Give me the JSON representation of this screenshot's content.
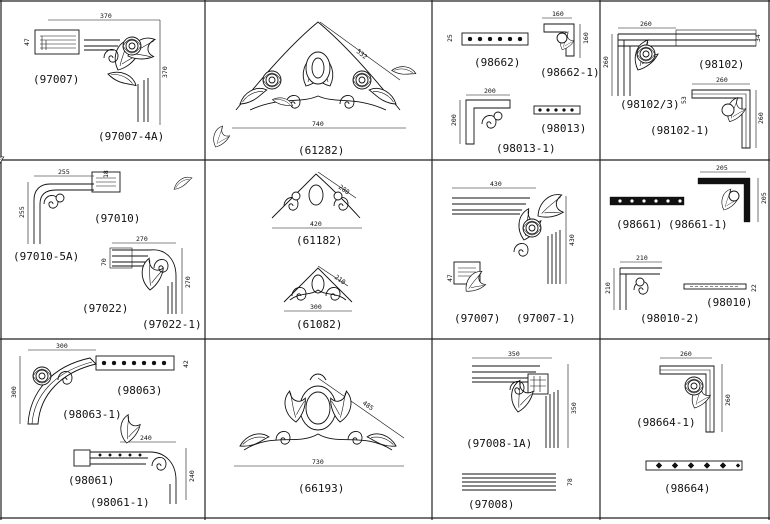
{
  "labels": {
    "c97007": "(97007)",
    "c97007_4a": "(97007-4A)",
    "c61282": "(61282)",
    "c61182": "(61182)",
    "c61082": "(61082)",
    "c98662": "(98662)",
    "c98662_1": "(98662-1)",
    "c98013": "(98013)",
    "c98013_1": "(98013-1)",
    "c98102": "(98102)",
    "c98102_3": "(98102/3)",
    "c98102_1": "(98102-1)",
    "c97010": "(97010)",
    "c97010_5a": "(97010-5A)",
    "c97022": "(97022)",
    "c97022_1": "(97022-1)",
    "c97007b": "(97007)",
    "c97007_1": "(97007-1)",
    "c98661": "(98661)",
    "c98661_1": "(98661-1)",
    "c98010": "(98010)",
    "c98010_2": "(98010-2)",
    "c98063": "(98063)",
    "c98063_1": "(98063-1)",
    "c98061": "(98061)",
    "c98061_1": "(98061-1)",
    "c66193": "(66193)",
    "c97008_1a": "(97008-1A)",
    "c97008": "(97008)",
    "c98664_1": "(98664-1)",
    "c98664": "(98664)"
  },
  "dims": {
    "d370a": "370",
    "d370b": "370",
    "d47a": "47",
    "d740": "740",
    "d532": "532",
    "d420": "420",
    "d280": "280",
    "d300a": "300",
    "d210": "210",
    "d160a": "160",
    "d160b": "160",
    "d200a": "200",
    "d200b": "200",
    "d25": "25",
    "d260a": "260",
    "d260b": "260",
    "d260c": "260",
    "d260d": "260",
    "d34": "34",
    "d53": "53",
    "d255a": "255",
    "d255b": "255",
    "d18": "18",
    "d270a": "270",
    "d270b": "270",
    "d70": "70",
    "d430a": "430",
    "d430b": "430",
    "d47b": "47",
    "d205a": "205",
    "d205b": "205",
    "d210b": "210",
    "d210c": "210",
    "d22": "22",
    "d300b": "300",
    "d300c": "300",
    "d42": "42",
    "d240a": "240",
    "d240b": "240",
    "d730": "730",
    "d485": "485",
    "d350a": "350",
    "d350b": "350",
    "d78": "78",
    "d260e": "260",
    "d260f": "260"
  }
}
